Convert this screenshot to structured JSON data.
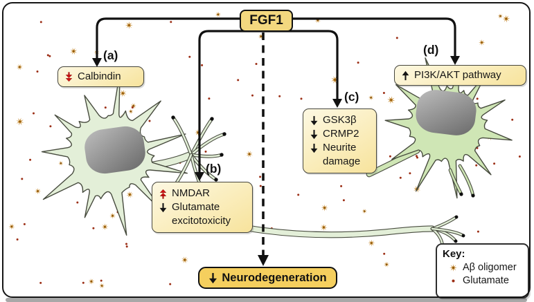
{
  "diagram_title": "FGF1",
  "pathway_boxes": {
    "a": {
      "label": "(a)",
      "lines": [
        {
          "icon": "red-double-down-arrow",
          "text": "Calbindin"
        }
      ]
    },
    "b": {
      "label": "(b)",
      "lines": [
        {
          "icon": "red-double-up-arrow",
          "text": "NMDAR"
        },
        {
          "icon": "down-arrow",
          "text": "Glutamate excitotoxicity"
        }
      ]
    },
    "c": {
      "label": "(c)",
      "lines": [
        {
          "icon": "down-arrow",
          "text": "GSK3β"
        },
        {
          "icon": "down-arrow",
          "text": "CRMP2"
        },
        {
          "icon": "down-arrow",
          "text": "Neurite damage"
        }
      ]
    },
    "d": {
      "label": "(d)",
      "lines": [
        {
          "icon": "up-arrow",
          "text": "PI3K/AKT pathway"
        }
      ]
    }
  },
  "outcome_box": {
    "icon": "down-arrow",
    "text": "Neurodegeneration"
  },
  "legend": {
    "title": "Key:",
    "entries": [
      {
        "icon": "abeta-star",
        "label": "Aβ oligomer"
      },
      {
        "icon": "glutamate-dot",
        "label": "Glutamate"
      }
    ]
  },
  "colors": {
    "box_fill_light": "#fdf8e2",
    "box_fill_deep": "#f7e39c",
    "highlight_fill": "#f3d87f",
    "outcome_fill": "#f5cf5e",
    "red_arrow": "#d11414",
    "black": "#141414",
    "abeta_star": "#bd7d1c",
    "abeta_star_core": "#7c4c0c",
    "glutamate_dot": "#9c2f16",
    "neuron_left_fill": "#e3efd8",
    "neuron_right_fill": "#cfe6b5",
    "neuron_outline": "#474b3e",
    "nucleus_dark": "#6f6f6f",
    "nucleus_light": "#bdbdbd"
  }
}
